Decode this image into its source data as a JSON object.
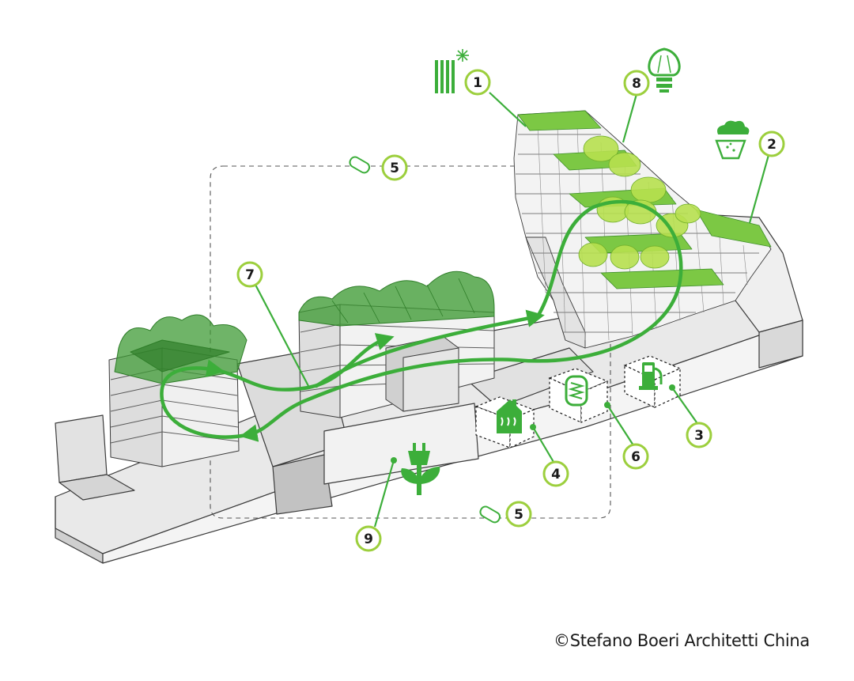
{
  "callouts": [
    {
      "id": "c1",
      "label": "1"
    },
    {
      "id": "c2",
      "label": "2"
    },
    {
      "id": "c3",
      "label": "3"
    },
    {
      "id": "c4",
      "label": "4"
    },
    {
      "id": "c5a",
      "label": "5"
    },
    {
      "id": "c5b",
      "label": "5"
    },
    {
      "id": "c6",
      "label": "6"
    },
    {
      "id": "c7",
      "label": "7"
    },
    {
      "id": "c8",
      "label": "8"
    },
    {
      "id": "c9",
      "label": "9"
    }
  ],
  "credit": "©Stefano Boeri Architetti China",
  "colors": {
    "accent_green": "#3cae3a",
    "leaf_green": "#8fd24a",
    "light_green": "#c8ec7a",
    "ring_green": "#9ccf3d",
    "building_grey": "#d9d9d9",
    "line": "#3b3b3b"
  },
  "icons": [
    "solar-panel-icon",
    "lightbulb-icon",
    "rain-collection-icon",
    "ev-charging-icon",
    "house-heat-icon",
    "battery-icon",
    "water-tank-icon",
    "plug-plant-icon"
  ]
}
